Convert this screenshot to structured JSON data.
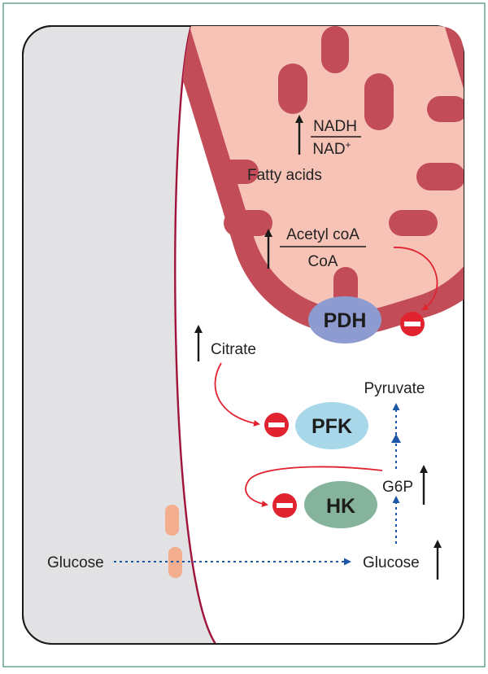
{
  "labels": {
    "nadh": "NADH",
    "nad": "NAD",
    "nad_sup": "+",
    "fatty_acids": "Fatty acids",
    "acetyl_coa": "Acetyl coA",
    "coa": "CoA",
    "pdh": "PDH",
    "citrate": "Citrate",
    "pyruvate": "Pyruvate",
    "pfk": "PFK",
    "g6p": "G6P",
    "hk": "HK",
    "glucose_out": "Glucose",
    "glucose_in": "Glucose"
  },
  "colors": {
    "frame": "#5f9e7f",
    "extracellular": "#e2e2e5",
    "membrane": "#a0133a",
    "mito_outer": "#c24c58",
    "mito_matrix": "#f6c3b6",
    "pdh": "#8e9bd0",
    "pfk": "#a7d7e8",
    "hk": "#86b39c",
    "inhibit": "#e0232f",
    "arrow_dotted": "#1d58a8",
    "transporter": "#f3ad8f",
    "up_arrow": "#1a1a1a"
  }
}
